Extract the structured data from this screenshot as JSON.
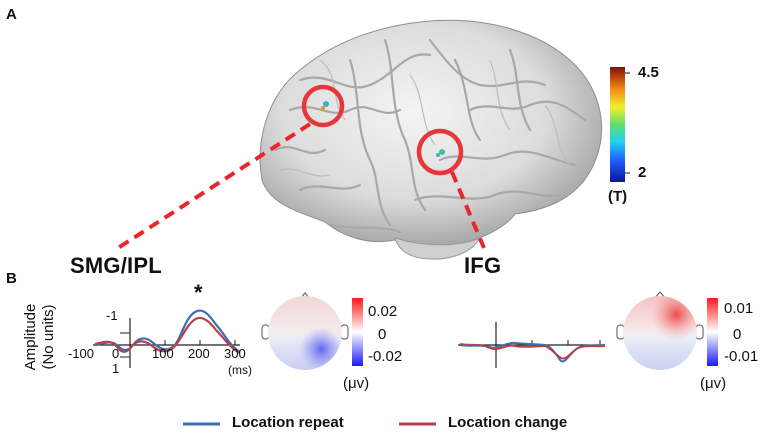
{
  "panels": {
    "a": "A",
    "b": "B"
  },
  "brain": {
    "colorbar": {
      "max": "4.5",
      "min": "2",
      "unit": "(T)"
    },
    "regions": [
      "SMG/IPL",
      "IFG"
    ],
    "colors": {
      "highlight": "#e5383b",
      "dashed_line": "#e8262b"
    }
  },
  "erp": {
    "y_axis_label_line1": "Amplitude",
    "y_axis_label_line2": "(No units)",
    "y_ticks": [
      "-1",
      "0",
      "1"
    ],
    "x_ticks": [
      "-100",
      "0",
      "100",
      "200",
      "300"
    ],
    "x_unit": "(ms)",
    "significance_marker": "*"
  },
  "topo_left": {
    "max": "0.02",
    "mid": "0",
    "min": "-0.02",
    "unit": "(μv)"
  },
  "topo_right": {
    "max": "0.01",
    "mid": "0",
    "min": "-0.01",
    "unit": "(μv)"
  },
  "legend": {
    "items": [
      {
        "label": "Location repeat",
        "color": "#3a6fb6"
      },
      {
        "label": "Location change",
        "color": "#b5414a"
      }
    ]
  }
}
